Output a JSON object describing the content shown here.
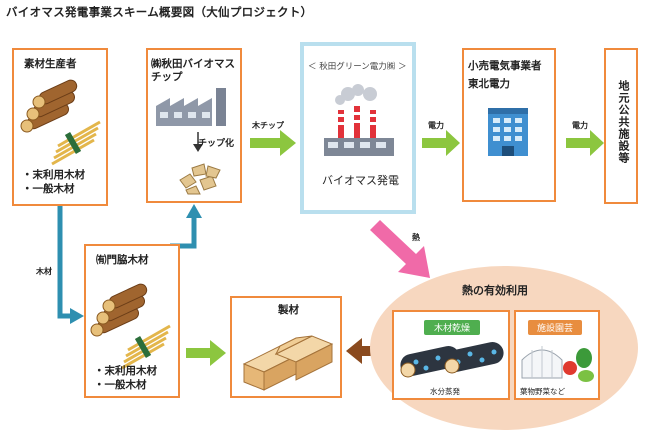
{
  "title": "バイオマス発電事業スキーム概要図（大仙プロジェクト）",
  "producer": {
    "title": "素材生産者",
    "bullets": [
      "・末利用木材",
      "・一般木材"
    ]
  },
  "akita": {
    "title_line1": "㈱秋田バイオマス",
    "title_line2": "チップ",
    "process_label": "チップ化"
  },
  "arrow_chip": "木チップ",
  "plant": {
    "header": "＜ 秋田グリーン電力㈱ ＞",
    "name": "バイオマス発電"
  },
  "retailer": {
    "title": "小売電気事業者",
    "company": "東北電力"
  },
  "arrow_power1": "電力",
  "arrow_power2": "電力",
  "public": {
    "label": "地元公共施設等"
  },
  "arrow_wood": "木材",
  "monwaki": {
    "title": "㈲門脇木材",
    "bullets": [
      "・末利用木材",
      "・一般木材"
    ]
  },
  "lumber": {
    "title": "製材"
  },
  "arrow_heat": "熱",
  "heat": {
    "title": "熱の有効利用",
    "drying": {
      "tag": "木材乾燥",
      "caption": "水分蒸発"
    },
    "greenhouse": {
      "tag": "施設園芸",
      "caption": "葉物野菜など"
    }
  },
  "colors": {
    "orange": "#f08a3c",
    "green_arrow": "#8cc63f",
    "teal_arrow": "#2e8fb0",
    "pink_arrow": "#f06aa8",
    "brown_arrow": "#8a4a1e"
  }
}
